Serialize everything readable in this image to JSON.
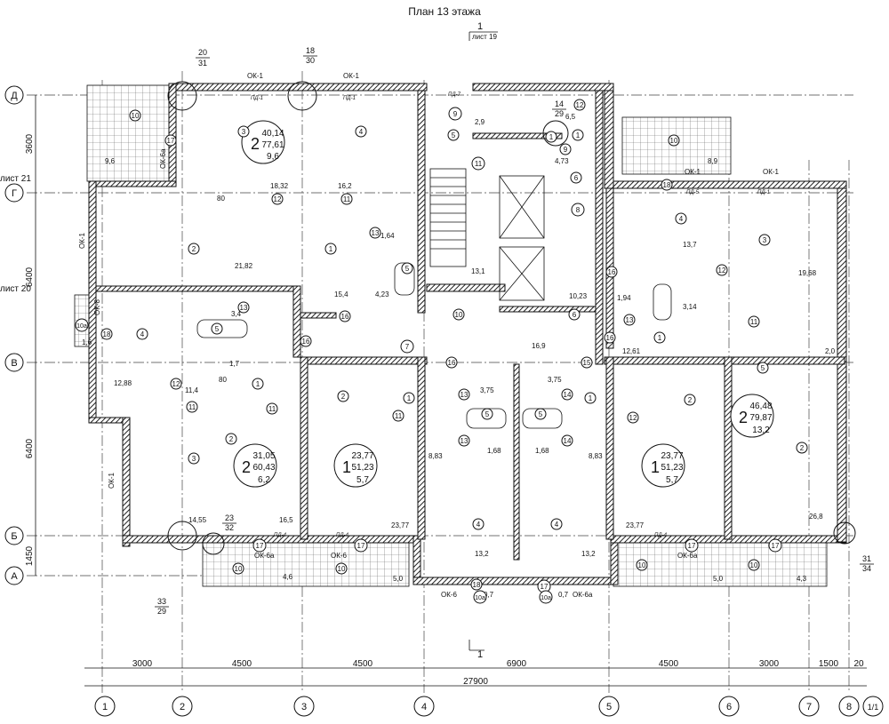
{
  "title": "План 13 этажа",
  "section_mark": {
    "num": "1",
    "sheet": "лист 19",
    "bottom_num": "1"
  },
  "sheet_refs": [
    {
      "text": "лист 21"
    },
    {
      "text": "лист 20"
    }
  ],
  "axes_rows": [
    {
      "label": "Д"
    },
    {
      "label": "Г"
    },
    {
      "label": "В"
    },
    {
      "label": "Б"
    },
    {
      "label": "А"
    }
  ],
  "axes_cols": [
    {
      "label": "1"
    },
    {
      "label": "2"
    },
    {
      "label": "3"
    },
    {
      "label": "4"
    },
    {
      "label": "5"
    },
    {
      "label": "6"
    },
    {
      "label": "7"
    },
    {
      "label": "8"
    },
    {
      "label": "1/1"
    }
  ],
  "dims_left": [
    "3600",
    "6400",
    "6400",
    "1450"
  ],
  "dims_bottom": [
    "3000",
    "4500",
    "4500",
    "6900",
    "4500",
    "3000",
    "1500",
    "20"
  ],
  "dim_total": "27900",
  "callouts": [
    {
      "top": "20",
      "bottom": "31"
    },
    {
      "top": "18",
      "bottom": "30"
    },
    {
      "top": "14",
      "bottom": "29"
    },
    {
      "top": "23",
      "bottom": "32"
    },
    {
      "top": "33",
      "bottom": "29"
    },
    {
      "top": "31",
      "bottom": "34"
    }
  ],
  "apartments": [
    {
      "rooms": "2",
      "living": "40,14",
      "total": "77,61",
      "balcony": "9,6"
    },
    {
      "rooms": "2",
      "living": "31,05",
      "total": "60,43",
      "balcony": "6,2"
    },
    {
      "rooms": "1",
      "living": "23,77",
      "total": "51,23",
      "balcony": "5,7"
    },
    {
      "rooms": "1",
      "living": "23,77",
      "total": "51,23",
      "balcony": "5,7"
    },
    {
      "rooms": "2",
      "living": "46,48",
      "total": "79,87",
      "balcony": "13,2"
    }
  ],
  "room_areas": [
    "9,6",
    "18,32",
    "16,2",
    "21,82",
    "15,4",
    "4,23",
    "1,64",
    "12,88",
    "3,4",
    "1,7",
    "11,4",
    "14,55",
    "16,5",
    "23,77",
    "3,75",
    "3,75",
    "1,68",
    "1,68",
    "8,83",
    "8,83",
    "13,2",
    "13,2",
    "23,77",
    "16,9",
    "10,23",
    "13,1",
    "2,9",
    "6,5",
    "4,73",
    "8,9",
    "13,7",
    "19,68",
    "1,94",
    "3,14",
    "12,61",
    "2,0",
    "26,8",
    "4,6",
    "5,0",
    "5,0",
    "4,3",
    "0,7",
    "0,7",
    "1,6",
    "80",
    "80"
  ],
  "window_labels": [
    "ОК-1",
    "ОК-1",
    "ОК-1",
    "ОК-1",
    "ОК-1",
    "ОК-6",
    "ОК-6а",
    "ОК-6а",
    "ОК-6а",
    "ОК-6",
    "ОК-6а",
    "ОК-8"
  ],
  "room_numbers": [
    "1",
    "2",
    "3",
    "4",
    "5",
    "6",
    "7",
    "8",
    "9",
    "10",
    "11",
    "12",
    "13",
    "14",
    "15",
    "16",
    "17",
    "18",
    "10а"
  ],
  "lintel_labels": [
    "ПД-1",
    "ПД-1",
    "ПД-4",
    "ПД-4",
    "ПД-5",
    "ПД-1",
    "ПД-7",
    "ПД-4"
  ],
  "colors": {
    "line": "#111111",
    "background": "#ffffff",
    "hatch": "#222222"
  }
}
